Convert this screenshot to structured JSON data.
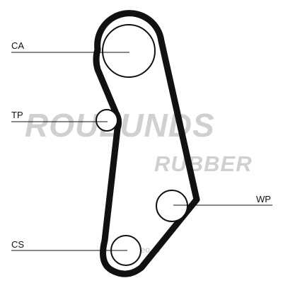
{
  "labels": {
    "ca": "CA",
    "tp": "TP",
    "wp": "WP",
    "cs": "CS"
  },
  "watermark": {
    "brand": "ROULUNDS",
    "sub": "RUBBER",
    "site": "oreo.ru"
  },
  "colors": {
    "belt": "#111111",
    "pulley": "#111111",
    "leader": "#111111",
    "watermark": "#d0d0d0"
  }
}
